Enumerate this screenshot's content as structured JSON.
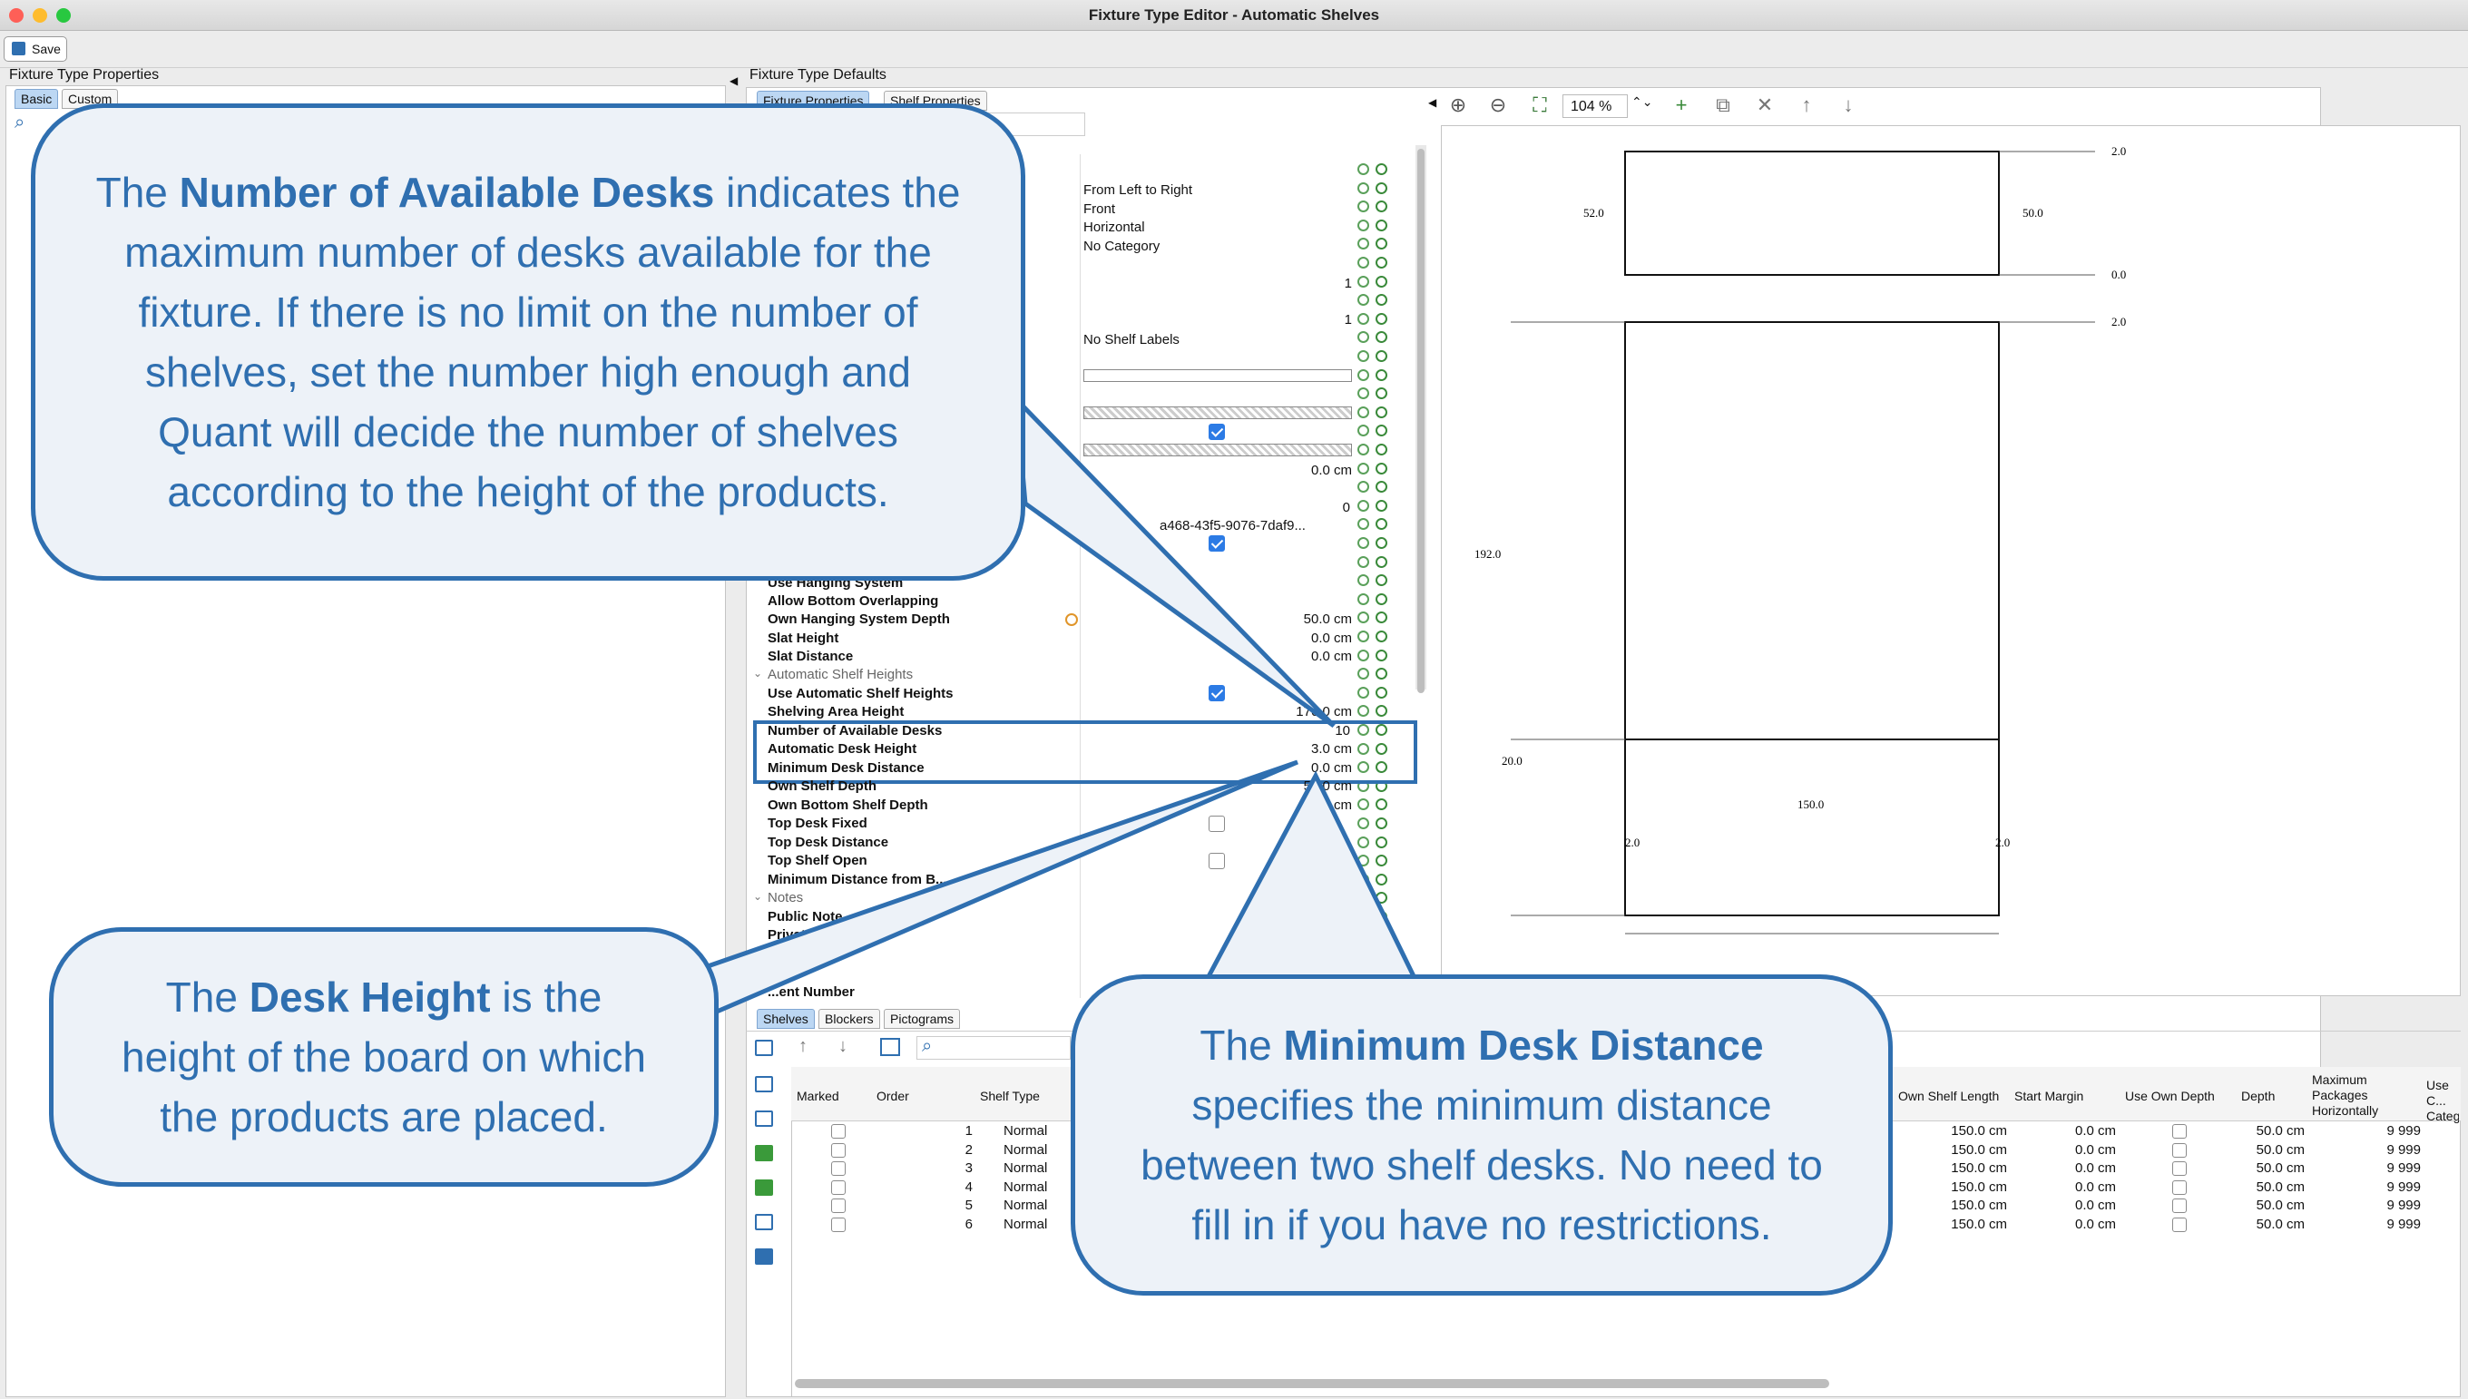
{
  "window": {
    "title": "Fixture Type Editor - Automatic Shelves"
  },
  "toolbar": {
    "save_label": "Save"
  },
  "left_panel": {
    "title": "Fixture Type Properties",
    "tabs": [
      "Basic",
      "Custom"
    ]
  },
  "defaults_panel": {
    "title": "Fixture Type Defaults",
    "tabs": [
      "Fixture Properties",
      "Shelf Properties"
    ]
  },
  "upper_values": {
    "direction": "From Left to Right",
    "facing": "Front",
    "orientation": "Horizontal",
    "category": "No Category",
    "v1": "1",
    "v2": "1",
    "shelf_labels": "No Shelf Labels",
    "dist": "0.0 cm",
    "zero": "0",
    "guid": "a468-43f5-9076-7daf9..."
  },
  "properties": {
    "use_hanging": "Use Hanging System",
    "allow_bottom": "Allow Bottom Overlapping",
    "own_hanging_depth": {
      "label": "Own Hanging System Depth",
      "value": "50.0 cm"
    },
    "slat_height": {
      "label": "Slat Height",
      "value": "0.0 cm"
    },
    "slat_distance": {
      "label": "Slat Distance",
      "value": "0.0 cm"
    },
    "group_auto": "Automatic Shelf Heights",
    "use_auto": "Use Automatic Shelf Heights",
    "shelving_area": {
      "label": "Shelving Area Height",
      "value": "170.0 cm"
    },
    "num_desks": {
      "label": "Number of Available Desks",
      "value": "10"
    },
    "desk_height": {
      "label": "Automatic Desk Height",
      "value": "3.0 cm"
    },
    "min_distance": {
      "label": "Minimum Desk Distance",
      "value": "0.0 cm"
    },
    "own_shelf_depth": {
      "label": "Own Shelf Depth",
      "value": "50.0 cm"
    },
    "own_bottom_depth": {
      "label": "Own Bottom Shelf Depth",
      "value": "7... cm"
    },
    "top_desk_fixed": "Top Desk Fixed",
    "top_desk_distance": {
      "label": "Top Desk Distance",
      "value": "0"
    },
    "top_shelf_open": "Top Shelf Open",
    "min_from": "Minimum Distance from B...",
    "group_notes": "Notes",
    "public_note": "Public Note",
    "private": "Privat...",
    "cut_row": "...ent Number"
  },
  "preview": {
    "zoom": "104 %",
    "dims": {
      "top_w": "2.0",
      "left_h": "52.0",
      "right_h": "50.0",
      "zero": "0.0",
      "mid_top": "2.0",
      "height": "192.0",
      "base": "20.0",
      "width": "150.0",
      "foot_l": "2.0",
      "foot_r": "2.0"
    }
  },
  "bottom_tabs": [
    "Shelves",
    "Blockers",
    "Pictograms"
  ],
  "table": {
    "headers": [
      "Marked",
      "Order",
      "Shelf Type",
      "Own Shelf Length",
      "Start Margin",
      "Use Own Depth",
      "Depth",
      "Maximum Packages Horizontally",
      "Use C... Categ..."
    ],
    "rows": [
      {
        "order": "1",
        "type": "Normal",
        "len": "150.0 cm",
        "margin": "0.0 cm",
        "depth": "50.0 cm",
        "max": "9 999"
      },
      {
        "order": "2",
        "type": "Normal",
        "len": "150.0 cm",
        "margin": "0.0 cm",
        "depth": "50.0 cm",
        "max": "9 999"
      },
      {
        "order": "3",
        "type": "Normal",
        "len": "150.0 cm",
        "margin": "0.0 cm",
        "depth": "50.0 cm",
        "max": "9 999"
      },
      {
        "order": "4",
        "type": "Normal",
        "len": "150.0 cm",
        "margin": "0.0 cm",
        "depth": "50.0 cm",
        "max": "9 999"
      },
      {
        "order": "5",
        "type": "Normal",
        "len": "150.0 cm",
        "margin": "0.0 cm",
        "depth": "50.0 cm",
        "max": "9 999"
      },
      {
        "order": "6",
        "type": "Normal",
        "len": "150.0 cm",
        "margin": "0.0 cm",
        "depth": "50.0 cm",
        "max": "9 999"
      }
    ]
  },
  "callouts": {
    "c1": {
      "a": "The ",
      "b": "Number of Available Desks",
      "c": " indicates the maximum number of desks available for the fixture. If there is no limit on the number of shelves, set the number high enough and Quant will decide the number of shelves according to the height of the products."
    },
    "c2": {
      "a": "The ",
      "b": "Desk Height",
      "c": " is the height of the board on which the products are placed."
    },
    "c3": {
      "a": "The ",
      "b": "Minimum Desk Distance",
      "c": " specifies the minimum distance between two shelf desks. No need to fill in if you have no restrictions."
    }
  },
  "colors": {
    "accent": "#2f6fb0",
    "callout_bg": "#edf2f8"
  }
}
